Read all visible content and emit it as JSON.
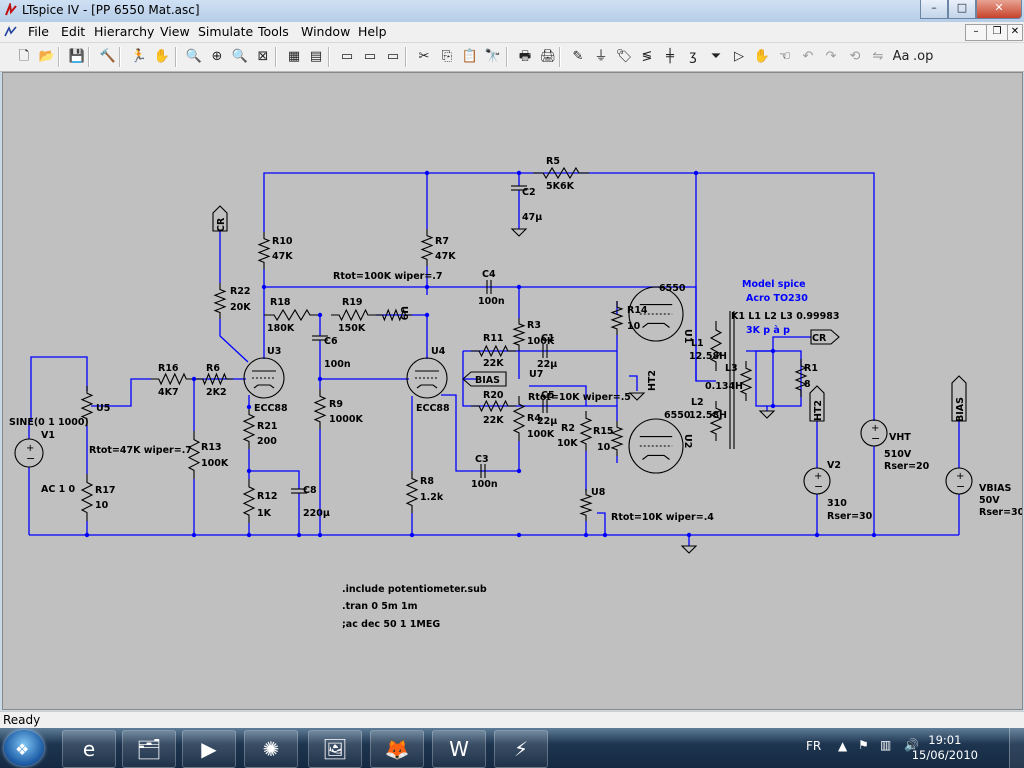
{
  "window": {
    "title": "LTspice IV - [PP 6550 Mat.asc]",
    "min_btn": "–",
    "max_btn": "□",
    "close_btn": "✕"
  },
  "menu": [
    {
      "label": "File"
    },
    {
      "label": "Edit"
    },
    {
      "label": "Hierarchy"
    },
    {
      "label": "View"
    },
    {
      "label": "Simulate"
    },
    {
      "label": "Tools"
    },
    {
      "label": "Window"
    },
    {
      "label": "Help"
    }
  ],
  "mdi": {
    "min": "–",
    "restore": "❐",
    "close": "✕"
  },
  "toolbar": [
    {
      "icon": "new-schematic-icon",
      "glyph": "🗋"
    },
    {
      "icon": "open-icon",
      "glyph": "📂"
    },
    {
      "icon": "save-icon",
      "glyph": "💾"
    },
    {
      "icon": "control-panel-icon",
      "glyph": "🔨"
    },
    {
      "icon": "run-icon",
      "glyph": "🏃"
    },
    {
      "icon": "halt-icon",
      "glyph": "✋"
    },
    {
      "icon": "zoom-in-icon",
      "glyph": "🔍"
    },
    {
      "icon": "pan-icon",
      "glyph": "⊕"
    },
    {
      "icon": "zoom-out-icon",
      "glyph": "🔍"
    },
    {
      "icon": "zoom-fit-icon",
      "glyph": "⊠"
    },
    {
      "icon": "waveform-icon",
      "glyph": "▦"
    },
    {
      "icon": "autoscale-icon",
      "glyph": "▤"
    },
    {
      "icon": "tile-horizontal-icon",
      "glyph": "▭"
    },
    {
      "icon": "tile-vertical-icon",
      "glyph": "▭"
    },
    {
      "icon": "cascade-icon",
      "glyph": "▭"
    },
    {
      "icon": "cut-icon",
      "glyph": "✂"
    },
    {
      "icon": "copy-icon",
      "glyph": "⎘"
    },
    {
      "icon": "paste-icon",
      "glyph": "📋"
    },
    {
      "icon": "find-icon",
      "glyph": "🔭"
    },
    {
      "icon": "print-setup-icon",
      "glyph": "🖶"
    },
    {
      "icon": "print-icon",
      "glyph": "🖨"
    },
    {
      "icon": "wire-icon",
      "glyph": "✎"
    },
    {
      "icon": "ground-icon",
      "glyph": "⏚"
    },
    {
      "icon": "label-net-icon",
      "glyph": "🏷"
    },
    {
      "icon": "resistor-icon",
      "glyph": "≶"
    },
    {
      "icon": "capacitor-icon",
      "glyph": "╪"
    },
    {
      "icon": "inductor-icon",
      "glyph": "ʒ"
    },
    {
      "icon": "diode-icon",
      "glyph": "⏷"
    },
    {
      "icon": "component-icon",
      "glyph": "▷"
    },
    {
      "icon": "move-icon",
      "glyph": "✋"
    },
    {
      "icon": "drag-icon",
      "glyph": "☜"
    },
    {
      "icon": "undo-icon",
      "glyph": "↶"
    },
    {
      "icon": "redo-icon",
      "glyph": "↷"
    },
    {
      "icon": "rotate-icon",
      "glyph": "⟲"
    },
    {
      "icon": "mirror-icon",
      "glyph": "⇋"
    },
    {
      "icon": "text-icon",
      "glyph": "Aa"
    },
    {
      "icon": "spice-directive-icon",
      "glyph": ".op"
    }
  ],
  "schematic": {
    "components": [
      {
        "ref": "R5",
        "val": "5K6K"
      },
      {
        "ref": "C2",
        "val": "47µ"
      },
      {
        "ref": "R10",
        "val": "47K"
      },
      {
        "ref": "R7",
        "val": "47K"
      },
      {
        "ref": "R22",
        "val": "20K"
      },
      {
        "ref": "R18",
        "val": "180K"
      },
      {
        "ref": "R19",
        "val": "150K"
      },
      {
        "ref": "C4",
        "val": "100n"
      },
      {
        "ref": "C6",
        "val": "100n"
      },
      {
        "ref": "R9",
        "val": "1000K"
      },
      {
        "ref": "R16",
        "val": "4K7"
      },
      {
        "ref": "R6",
        "val": "2K2"
      },
      {
        "ref": "R13",
        "val": "100K"
      },
      {
        "ref": "R21",
        "val": "200"
      },
      {
        "ref": "R12",
        "val": "1K"
      },
      {
        "ref": "C8",
        "val": "220µ"
      },
      {
        "ref": "R8",
        "val": "1.2k"
      },
      {
        "ref": "R17",
        "val": "10"
      },
      {
        "ref": "R11",
        "val": "22K"
      },
      {
        "ref": "R3",
        "val": "100K"
      },
      {
        "ref": "C1",
        "val": "22µ"
      },
      {
        "ref": "R20",
        "val": "22K"
      },
      {
        "ref": "R4",
        "val": "100K"
      },
      {
        "ref": "C5",
        "val": "22µ"
      },
      {
        "ref": "R2",
        "val": "10K"
      },
      {
        "ref": "R15",
        "val": "10"
      },
      {
        "ref": "R14",
        "val": "10"
      },
      {
        "ref": "C3",
        "val": "100n"
      },
      {
        "ref": "R1",
        "val": "8"
      },
      {
        "ref": "L1",
        "val": "12.58H"
      },
      {
        "ref": "L2",
        "val": "12.58H"
      },
      {
        "ref": "L3",
        "val": "0.134H"
      }
    ],
    "labels": {
      "u3": "U3",
      "u3_type": "ECC88",
      "u4": "U4",
      "u4_type": "ECC88",
      "u9": "U9",
      "u5": "U5",
      "u5_param": "Rtot=47K wiper=.7",
      "u7": "U7",
      "u7_param": "Rtot=10K wiper=.5",
      "u8": "U8",
      "u8_param": "Rtot=10K wiper=.4",
      "u9_param": "Rtot=100K wiper=.7",
      "u1": "U1",
      "u1_type": "6550",
      "u2": "U2",
      "u2_type": "6550",
      "v1": "V1",
      "v1_src": "SINE(0 1 1000)",
      "v1_ac": "AC 1 0",
      "v2": "V2",
      "v2_val": "310",
      "v2_rser": "Rser=30",
      "vht": "VHT",
      "vht_val": "510V",
      "vht_rser": "Rser=20",
      "vbias": "VBIAS",
      "vbias_val": "50V",
      "vbias_rser": "Rser=30",
      "ht2": "HT2",
      "bias": "BIAS",
      "cr": "CR",
      "model1": "Model spice",
      "model2": "Acro TO230",
      "model3": "3K p à p",
      "k1": "K1 L1 L2 L3 0.99983",
      "d1": ".include potentiometer.sub",
      "d2": ".tran 0 5m 1m",
      "d3": ";ac dec 50 1 1MEG"
    }
  },
  "status": {
    "text": "Ready"
  },
  "taskbar": {
    "apps": [
      {
        "icon": "ie-icon",
        "glyph": "e"
      },
      {
        "icon": "explorer-icon",
        "glyph": "🗂"
      },
      {
        "icon": "media-player-icon",
        "glyph": "▶"
      },
      {
        "icon": "app-red-icon",
        "glyph": "✺"
      },
      {
        "icon": "photo-viewer-icon",
        "glyph": "🖼"
      },
      {
        "icon": "firefox-icon",
        "glyph": "🦊"
      },
      {
        "icon": "word-icon",
        "glyph": "W"
      },
      {
        "icon": "ltspice-icon",
        "glyph": "⚡"
      }
    ],
    "lang": "FR",
    "time": "19:01",
    "date": "15/06/2010"
  },
  "colors": {
    "wire": "#0000ff",
    "text": "#000000",
    "label": "#0000ff",
    "canvas": "#c0c0c0"
  }
}
